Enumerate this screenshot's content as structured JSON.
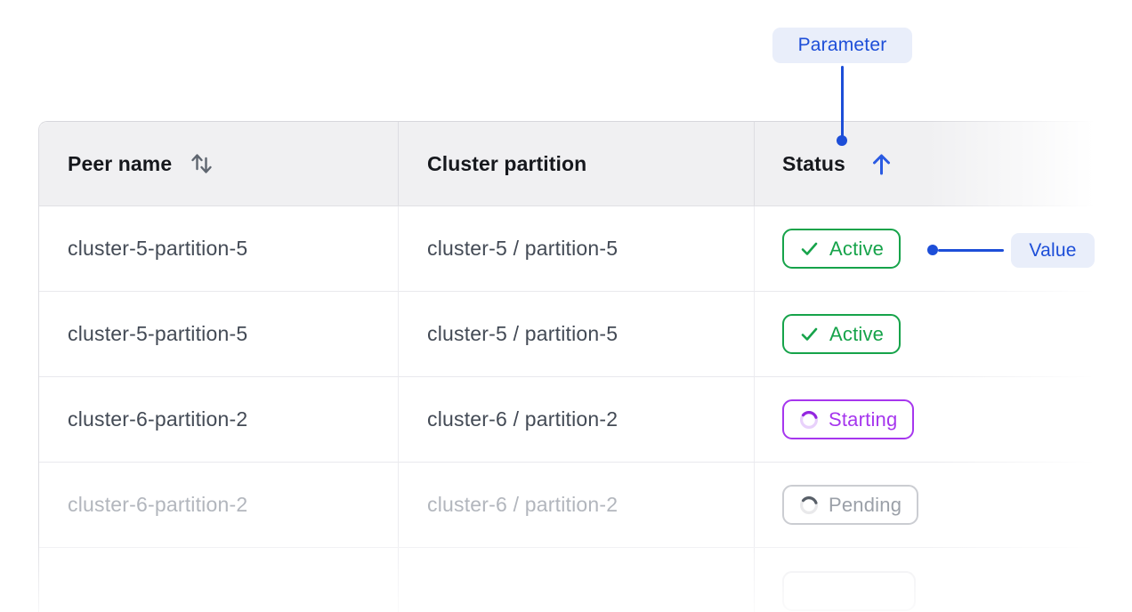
{
  "annotations": {
    "parameter_label": "Parameter",
    "value_label": "Value"
  },
  "table": {
    "columns": [
      {
        "label": "Peer name",
        "sort_state": "sortable"
      },
      {
        "label": "Cluster partition",
        "sort_state": "none"
      },
      {
        "label": "Status",
        "sort_state": "ascending"
      }
    ],
    "rows": [
      {
        "peer": "cluster-5-partition-5",
        "partition": "cluster-5 / partition-5",
        "status": "Active",
        "state": "active"
      },
      {
        "peer": "cluster-5-partition-5",
        "partition": "cluster-5 / partition-5",
        "status": "Active",
        "state": "active"
      },
      {
        "peer": "cluster-6-partition-2",
        "partition": "cluster-6 / partition-2",
        "status": "Starting",
        "state": "starting"
      },
      {
        "peer": "cluster-6-partition-2",
        "partition": "cluster-6 / partition-2",
        "status": "Pending",
        "state": "pending",
        "faded": true
      }
    ]
  },
  "colors": {
    "annotation_blue": "#1d4ed8",
    "annotation_pill_bg": "#e9eefa",
    "sort_arrow_blue": "#2a5ae2",
    "active_green": "#16a34a",
    "starting_purple": "#a636ee",
    "starting_spinner_track": "#e8d1fb",
    "starting_spinner_arc": "#9426e0",
    "pending_gray": "#9ba0a8",
    "pending_spinner_track": "#e9e9eb",
    "pending_spinner_arc": "#585f68",
    "header_bg": "#f0f0f2"
  }
}
